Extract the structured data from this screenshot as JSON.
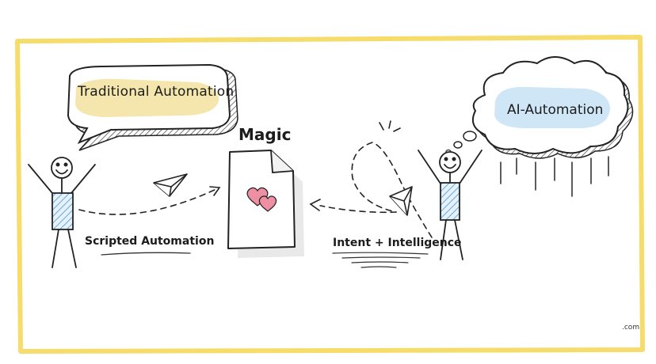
{
  "labels": {
    "traditional": "Traditional Automation",
    "ai": "AI-Automation",
    "magic": "Magic",
    "scripted": "Scripted Automation",
    "intent": "Intent + Intelligence",
    "footer": ".com"
  },
  "colors": {
    "frame": "#f6dc6a",
    "highlight_yellow": "#f3e3a3",
    "highlight_blue": "#cfe6f7",
    "ink": "#1c1c1c",
    "heart": "#ef8fa3",
    "hatch_blue": "#6aa8da"
  },
  "icons": [
    "paper-plane-icon",
    "heart-icon",
    "speech-bubble",
    "thought-cloud",
    "document-icon",
    "stick-figure"
  ]
}
